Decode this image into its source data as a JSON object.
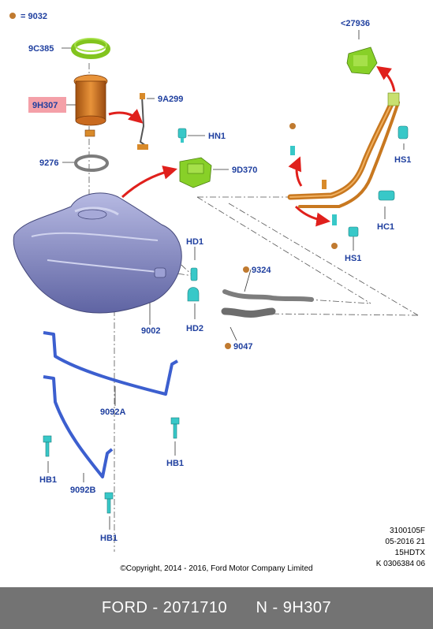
{
  "legend": {
    "label": "= 9032",
    "dot_color": "#c07a30"
  },
  "parts": {
    "p9C385": "9C385",
    "p9H307": "9H307",
    "p9A299": "9A299",
    "p9276": "9276",
    "pHN1": "HN1",
    "p9D370": "9D370",
    "p27936": "<27936",
    "pHS1a": "HS1",
    "pHC1": "HC1",
    "pHS1b": "HS1",
    "pHD1": "HD1",
    "pHD2": "HD2",
    "p9324": "9324",
    "p9047": "9047",
    "p9002": "9002",
    "p9092A": "9092A",
    "pHB1a": "HB1",
    "pHB1b": "HB1",
    "p9092B": "9092B",
    "pHB1c": "HB1"
  },
  "info": {
    "line1": "3100105F",
    "line2": "05-2016 21",
    "line3": "15HDTX",
    "line4": "K 0306384 06"
  },
  "copyright": "©Copyright, 2014 - 2016, Ford Motor Company Limited",
  "footer": {
    "left": "FORD - 2071710",
    "right": "N - 9H307"
  },
  "colors": {
    "label": "#1f3f9f",
    "highlight": "#f4a0a8",
    "arrow": "#e0201c",
    "tank": "#8e93c8",
    "strap": "#3c5fcf",
    "module": "#88d028",
    "bolt": "#38c8c8",
    "pipe": "#d88a2a",
    "footer_bg": "#737373"
  }
}
